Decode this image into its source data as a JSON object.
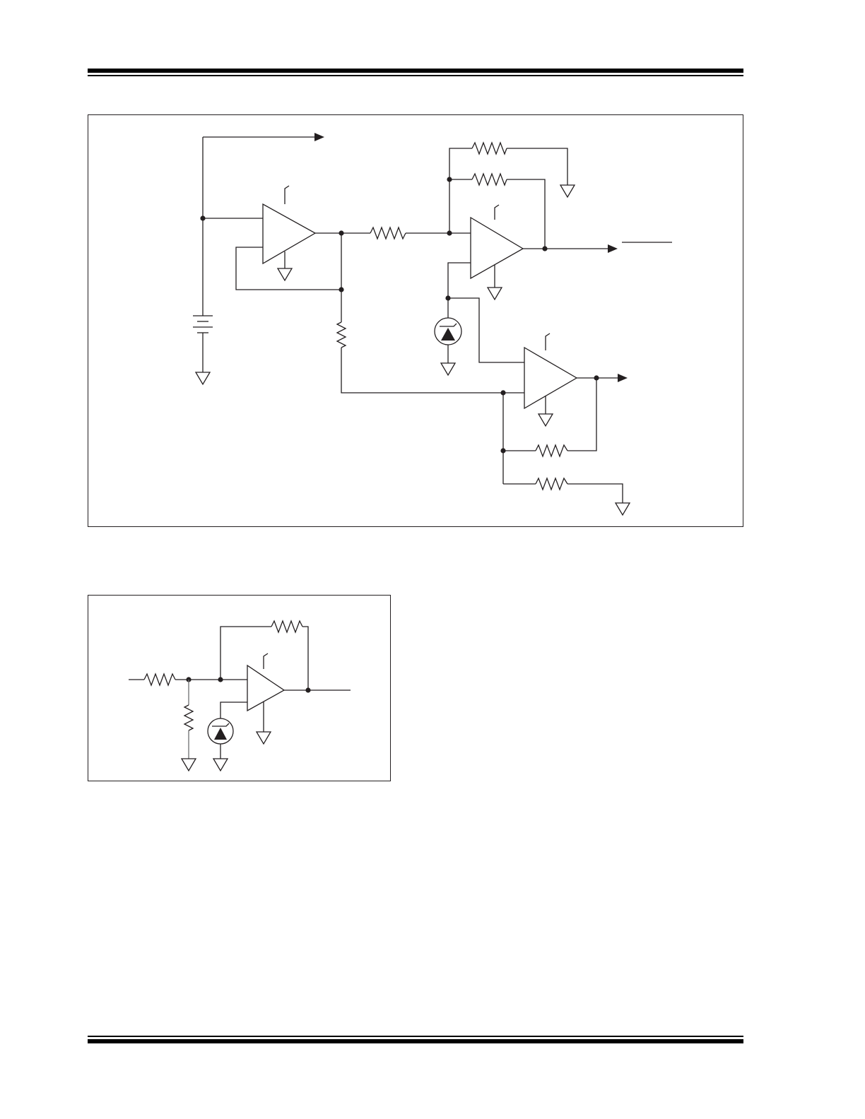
{
  "page": {
    "background": "#ffffff",
    "line_color": "#231f20"
  },
  "figures": [
    {
      "id": "circuit-1",
      "components": {
        "op_amps": 3,
        "resistors": 6,
        "voltage_references": 1,
        "batteries": 1,
        "ground_symbols": 7
      }
    },
    {
      "id": "circuit-2",
      "components": {
        "op_amps": 1,
        "resistors": 3,
        "voltage_references": 1,
        "ground_symbols": 3
      }
    }
  ],
  "icons": [
    "op-amp-icon",
    "resistor-icon",
    "ground-icon",
    "battery-icon",
    "zener-reference-icon",
    "arrow-icon",
    "junction-dot-icon"
  ]
}
